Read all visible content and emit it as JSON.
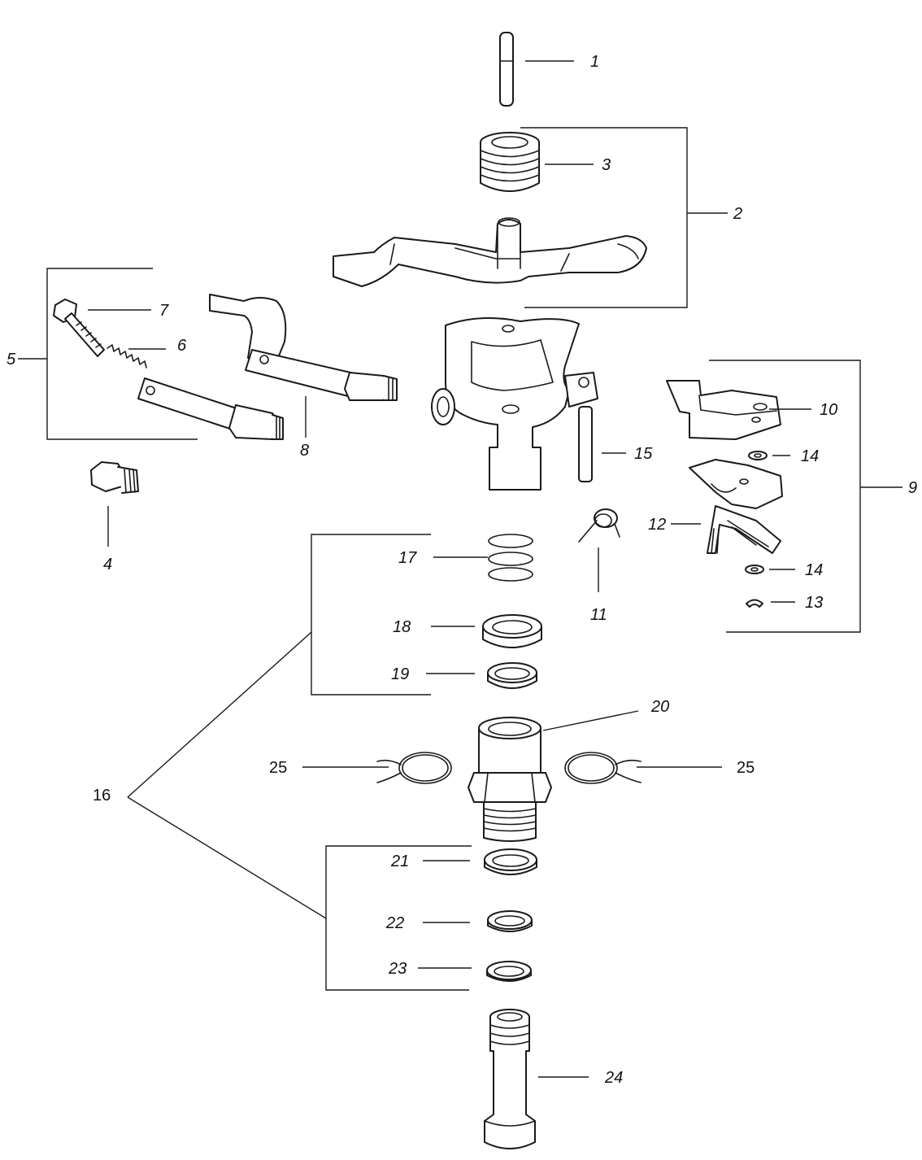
{
  "diagram": {
    "callouts": {
      "c1": "1",
      "c2": "2",
      "c3": "3",
      "c4": "4",
      "c5": "5",
      "c6": "6",
      "c7": "7",
      "c8": "8",
      "c9": "9",
      "c10": "10",
      "c11": "11",
      "c12": "12",
      "c13": "13",
      "c14a": "14",
      "c14b": "14",
      "c15": "15",
      "c16": "16",
      "c17": "17",
      "c18": "18",
      "c19": "19",
      "c20": "20",
      "c21": "21",
      "c22": "22",
      "c23": "23",
      "c24": "24",
      "c25a": "25",
      "c25b": "25"
    }
  }
}
